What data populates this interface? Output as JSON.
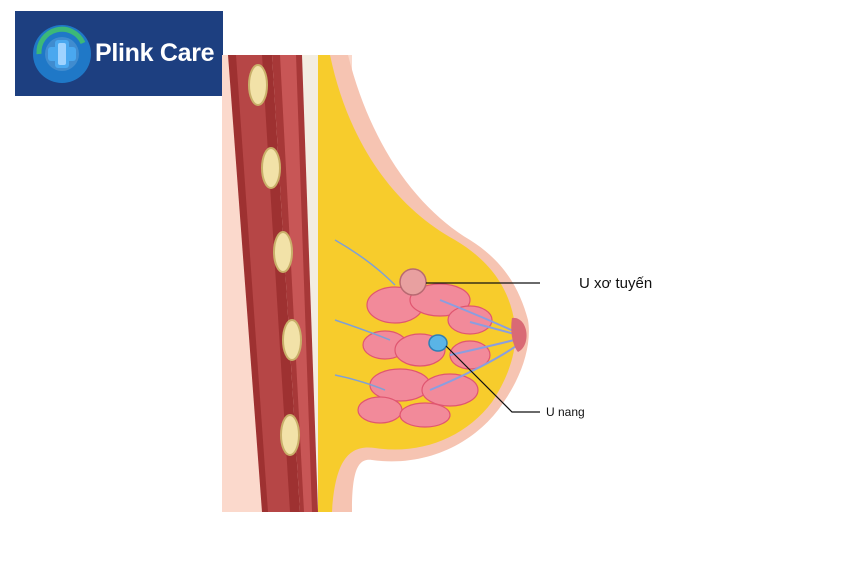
{
  "brand": {
    "name": "Plink Care",
    "icon": "medical-cross-icon"
  },
  "labels": {
    "fibroadenoma": "U xơ tuyến",
    "cyst": "U nang"
  },
  "colors": {
    "logo_bg": "#1d3f80",
    "fat": "#f7cc2c",
    "gland": "#f28a9a",
    "muscle": "#9e3131",
    "cyst": "#5ab4e6",
    "skin": "#f6c4b2"
  }
}
